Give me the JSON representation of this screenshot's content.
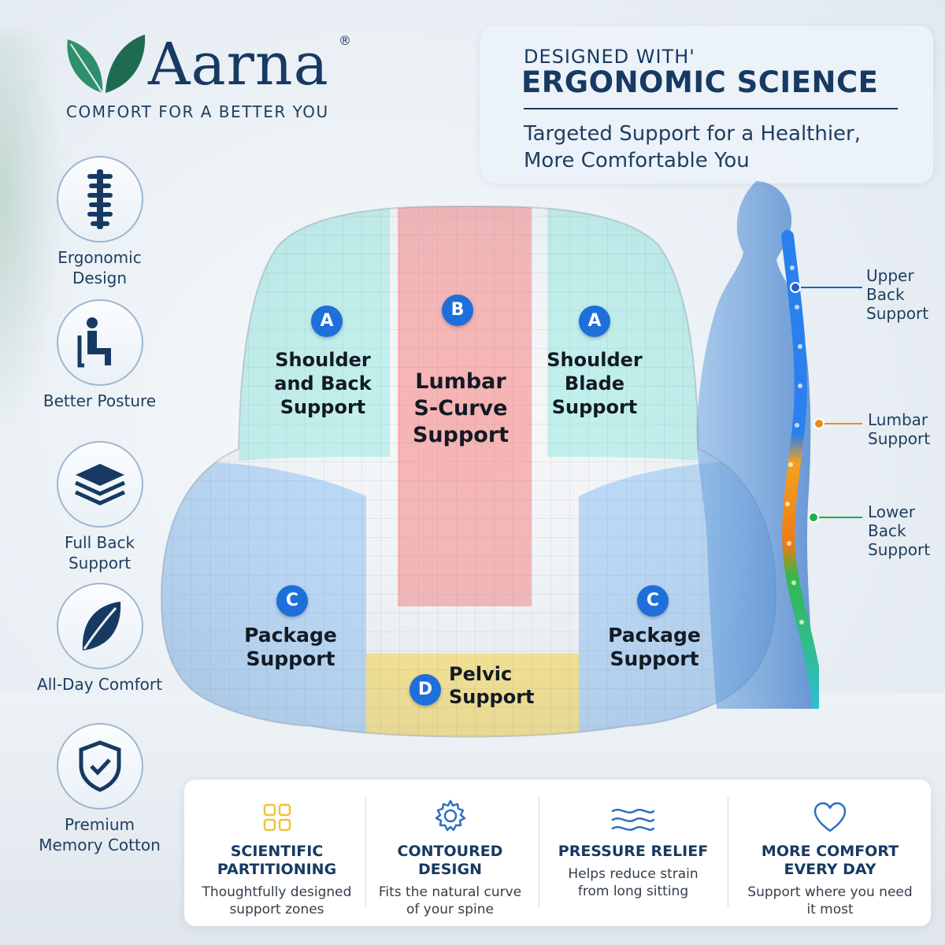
{
  "brand": {
    "name": "Aarna",
    "registered": "®",
    "tagline": "COMFORT FOR A BETTER YOU"
  },
  "header": {
    "pre_title": "DESIGNED WITH'",
    "title": "ERGONOMIC SCIENCE",
    "subtitle": "Targeted Support for a Healthier, More Comfortable You"
  },
  "features": [
    {
      "icon": "spine-icon",
      "label": "Ergonomic Design"
    },
    {
      "icon": "seated-person-icon",
      "label": "Better Posture"
    },
    {
      "icon": "layers-icon",
      "label": "Full Back Support"
    },
    {
      "icon": "leaf-icon",
      "label": "All-Day Comfort"
    },
    {
      "icon": "shield-check-icon",
      "label": "Premium Memory Cotton"
    }
  ],
  "zones": {
    "a_left": {
      "badge": "A",
      "label": "Shoulder and Back Support"
    },
    "b": {
      "badge": "B",
      "label": "Lumbar S-Curve Support"
    },
    "a_right": {
      "badge": "A",
      "label": "Shoulder Blade Support"
    },
    "c_left": {
      "badge": "C",
      "label": "Package Support"
    },
    "c_right": {
      "badge": "C",
      "label": "Package Support"
    },
    "d": {
      "badge": "D",
      "label": "Pelvic Support"
    }
  },
  "spine_labels": {
    "upper": "Upper Back Support",
    "lumbar": "Lumbar Support",
    "lower": "Lower Back Support"
  },
  "benefits": [
    {
      "icon": "partition-icon",
      "title": "SCIENTIFIC PARTITIONING",
      "desc": "Thoughtfully designed support zones"
    },
    {
      "icon": "gear-icon",
      "title": "CONTOURED DESIGN",
      "desc": "Fits the natural curve of your spine"
    },
    {
      "icon": "waves-icon",
      "title": "PRESSURE RELIEF",
      "desc": "Helps reduce strain from long sitting"
    },
    {
      "icon": "heart-icon",
      "title": "MORE COMFORT EVERY DAY",
      "desc": "Support where you need it most"
    }
  ],
  "colors": {
    "navy": "#173a63",
    "brand_green": "#2a7f62",
    "badge_blue": "#1e6fd9",
    "zone_a": "#bff0ec",
    "zone_b": "#f6b3b3",
    "zone_c": "#b8d8f7",
    "zone_d": "#fbe58a",
    "spine_upper": "#1f6fe0",
    "spine_lumbar": "#f08a1c",
    "spine_lower": "#1fae4a"
  }
}
